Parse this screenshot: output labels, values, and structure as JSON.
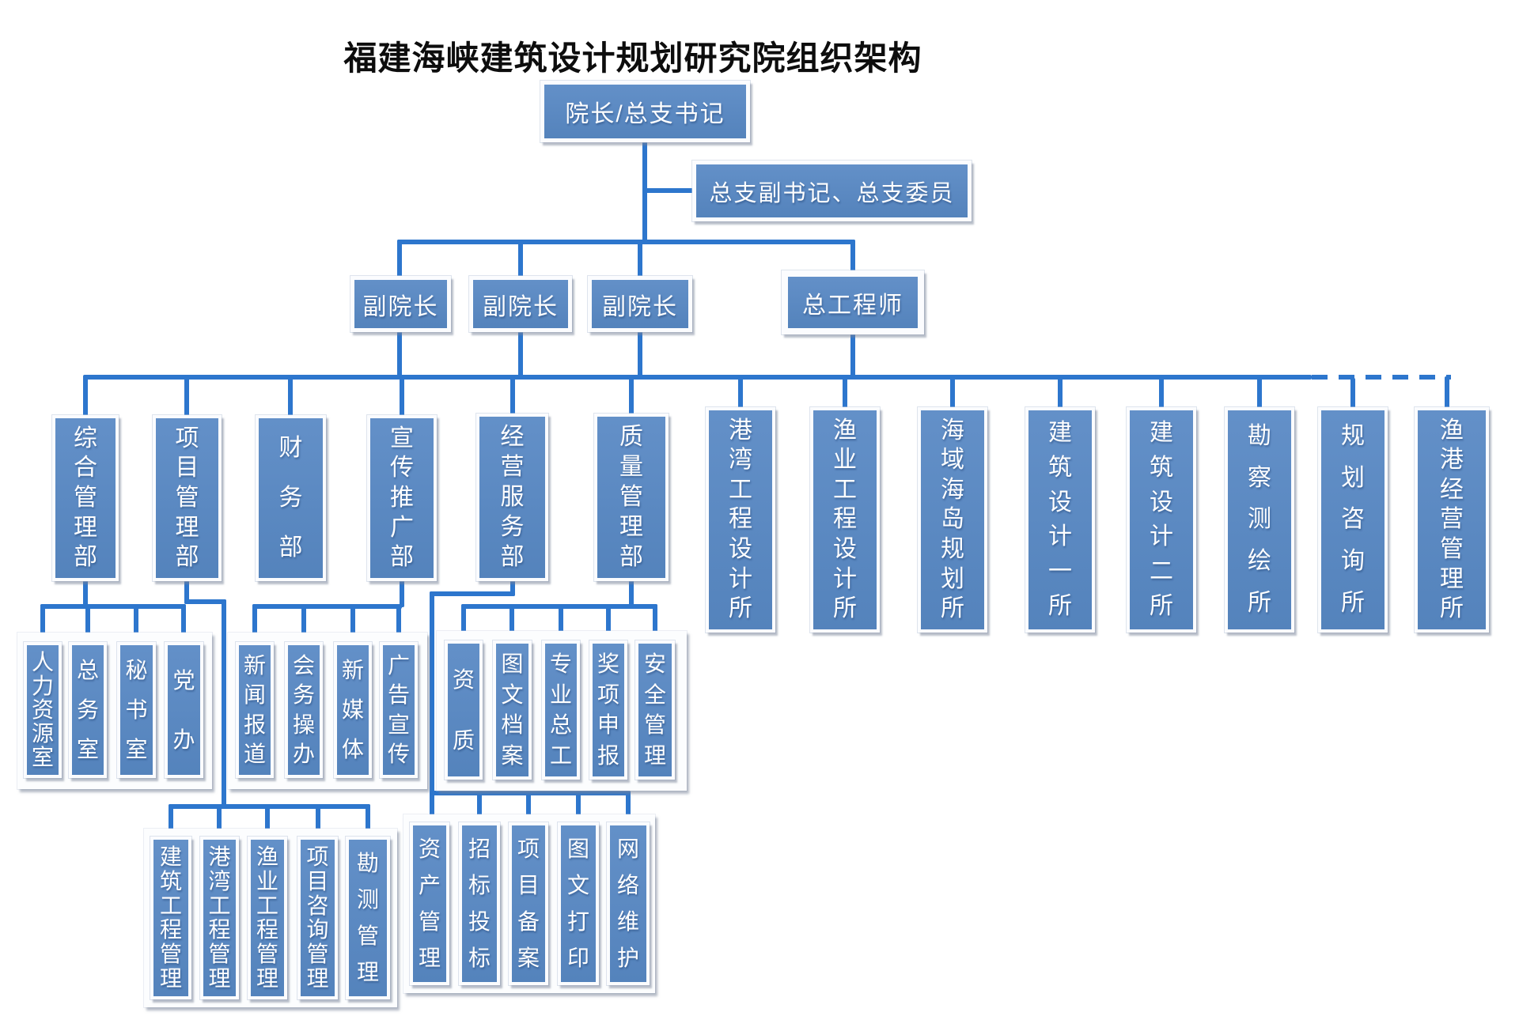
{
  "title": "福建海峡建筑设计规划研究院组织架构",
  "colors": {
    "box_blue": "#5b88c1",
    "connector_blue": "#2d76cd",
    "text_white": "#ffffff",
    "title_black": "#0d0d0d",
    "panel_white": "#fcfdfe"
  },
  "nodes": {
    "director": "院长/总支书记",
    "party_committee": "总支副书记、总支委员",
    "vice_presidents": [
      "副院长",
      "副院长",
      "副院长"
    ],
    "chief_engineer": "总工程师",
    "departments": [
      "综合管理部",
      "项目管理部",
      "财务部",
      "宣传推广部",
      "经营服务部",
      "质量管理部"
    ],
    "institutes": [
      "港湾工程设计所",
      "渔业工程设计所",
      "海域海岛规划所",
      "建筑设计一所",
      "建筑设计二所",
      "勘察测绘所",
      "规划咨询所",
      "渔港经营管理所"
    ],
    "admin_offices": [
      "人力资源室",
      "总务室",
      "秘书室",
      "党办"
    ],
    "publicity_offices": [
      "新闻报道",
      "会务操办",
      "新媒体",
      "广告宣传"
    ],
    "quality_offices": [
      "资质",
      "图文档案",
      "专业总工",
      "奖项申报",
      "安全管理"
    ],
    "project_offices": [
      "建筑工程管理",
      "港湾工程管理",
      "渔业工程管理",
      "项目咨询管理",
      "勘测管理"
    ],
    "operation_offices": [
      "资产管理",
      "招标投标",
      "项目备案",
      "图文打印",
      "网络维护"
    ]
  }
}
